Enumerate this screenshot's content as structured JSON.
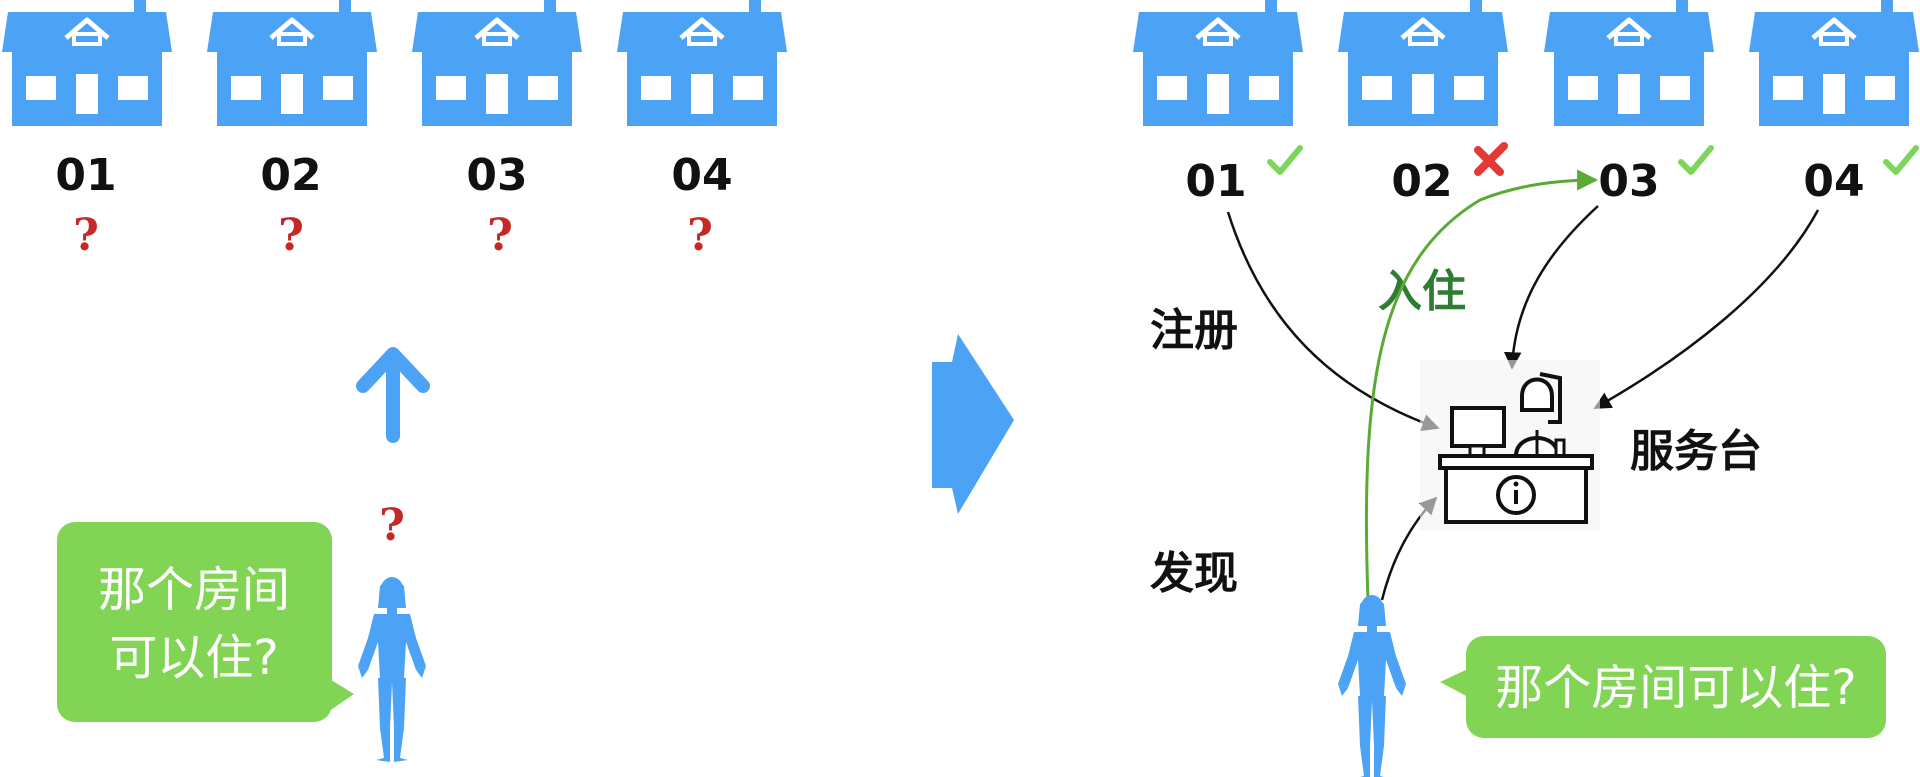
{
  "left_panel": {
    "rooms": [
      {
        "label": "01",
        "status": "?"
      },
      {
        "label": "02",
        "status": "?"
      },
      {
        "label": "03",
        "status": "?"
      },
      {
        "label": "04",
        "status": "?"
      }
    ],
    "person_question": "?",
    "bubble_lines": [
      "那个房间",
      "可以住?"
    ]
  },
  "right_panel": {
    "rooms": [
      {
        "label": "01",
        "status": "ok"
      },
      {
        "label": "02",
        "status": "bad"
      },
      {
        "label": "03",
        "status": "ok"
      },
      {
        "label": "04",
        "status": "ok"
      }
    ],
    "register_label": "注册",
    "discover_label": "发现",
    "check_in_label": "入住",
    "service_desk_label": "服务台",
    "bubble_text": "那个房间可以住?"
  },
  "colors": {
    "house_blue": "#4ca3f5",
    "person_blue": "#4ca3f5",
    "bubble_green": "#82d454",
    "question_red": "#c62828",
    "check_green": "#7dd65a",
    "cross_red": "#e53935",
    "check_in_arrow_green": "#5aaa33",
    "arrow_black": "#111111"
  },
  "icons": {
    "house": "house-icon",
    "person": "person-silhouette-icon",
    "desk": "service-desk-icon",
    "up_arrow": "arrow-up-icon",
    "transition_arrow": "chevron-right-arrow-icon",
    "info": "info-icon"
  }
}
